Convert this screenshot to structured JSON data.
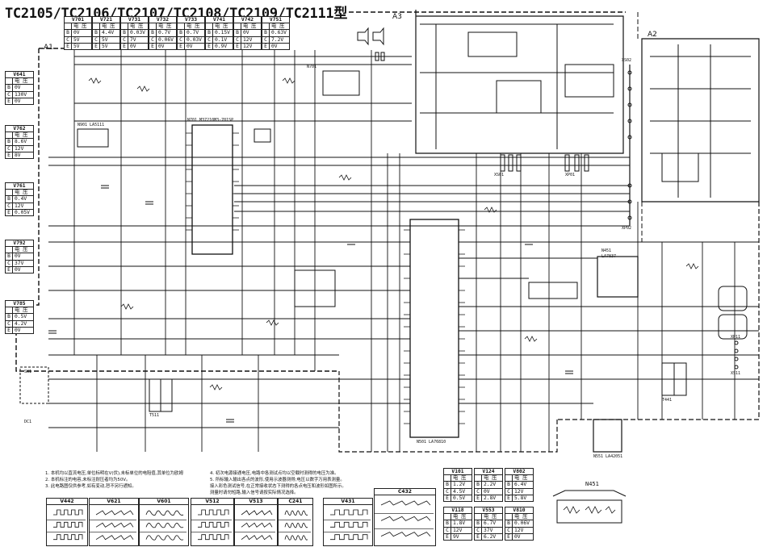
{
  "title": "TC2105/TC2106/TC2107/TC2108/TC2109/TC2111",
  "title_suffix": "型",
  "sections": {
    "a1": "A1",
    "a2": "A2",
    "a3": "A3"
  },
  "top_tables": [
    {
      "name": "V701",
      "rows": [
        [
          "",
          "电 压"
        ],
        [
          "B",
          "0V"
        ],
        [
          "C",
          "5V"
        ],
        [
          "E",
          "5V"
        ]
      ]
    },
    {
      "name": "V721",
      "rows": [
        [
          "",
          "电 压"
        ],
        [
          "B",
          "4.4V"
        ],
        [
          "C",
          "5V"
        ],
        [
          "E",
          "5V"
        ]
      ]
    },
    {
      "name": "V731",
      "rows": [
        [
          "",
          "电 压"
        ],
        [
          "B",
          "0.03V"
        ],
        [
          "C",
          "7V"
        ],
        [
          "E",
          "0V"
        ]
      ]
    },
    {
      "name": "V732",
      "rows": [
        [
          "",
          "电 压"
        ],
        [
          "B",
          "0.7V"
        ],
        [
          "C",
          "0.06V"
        ],
        [
          "E",
          "0V"
        ]
      ]
    },
    {
      "name": "V733",
      "rows": [
        [
          "",
          "电 压"
        ],
        [
          "B",
          "0.7V"
        ],
        [
          "C",
          "0.03V"
        ],
        [
          "E",
          "0V"
        ]
      ]
    },
    {
      "name": "V741",
      "rows": [
        [
          "",
          "电 压"
        ],
        [
          "B",
          "0.15V"
        ],
        [
          "C",
          "0.1V"
        ],
        [
          "E",
          "0.9V"
        ]
      ]
    },
    {
      "name": "V742",
      "rows": [
        [
          "",
          "电 压"
        ],
        [
          "B",
          "0V"
        ],
        [
          "C",
          "12V"
        ],
        [
          "E",
          "12V"
        ]
      ]
    },
    {
      "name": "V751",
      "rows": [
        [
          "",
          "电 压"
        ],
        [
          "B",
          "0.63V"
        ],
        [
          "C",
          "7.2V"
        ],
        [
          "E",
          "0V"
        ]
      ]
    }
  ],
  "left_tables": [
    {
      "name": "V641",
      "rows": [
        [
          "",
          "电 压"
        ],
        [
          "B",
          "0V"
        ],
        [
          "C",
          "130V"
        ],
        [
          "E",
          "0V"
        ]
      ]
    },
    {
      "name": "V762",
      "rows": [
        [
          "",
          "电 压"
        ],
        [
          "B",
          "8.6V"
        ],
        [
          "C",
          "12V"
        ],
        [
          "E",
          "8V"
        ]
      ]
    },
    {
      "name": "V761",
      "rows": [
        [
          "",
          "电 压"
        ],
        [
          "B",
          "0.4V"
        ],
        [
          "C",
          "12V"
        ],
        [
          "E",
          "0.05V"
        ]
      ]
    },
    {
      "name": "V792",
      "rows": [
        [
          "",
          "电 压"
        ],
        [
          "B",
          "0V"
        ],
        [
          "C",
          "37V"
        ],
        [
          "E",
          "0V"
        ]
      ]
    },
    {
      "name": "V785",
      "rows": [
        [
          "",
          "电 压"
        ],
        [
          "B",
          "0.5V"
        ],
        [
          "C",
          "4.2V"
        ],
        [
          "E",
          "0V"
        ]
      ]
    }
  ],
  "bottom_tables": [
    {
      "name": "V101",
      "rows": [
        [
          "",
          "电 压"
        ],
        [
          "B",
          "1.2V"
        ],
        [
          "C",
          "4.5V"
        ],
        [
          "E",
          "0.5V"
        ]
      ]
    },
    {
      "name": "V124",
      "rows": [
        [
          "",
          "电 压"
        ],
        [
          "B",
          "2.2V"
        ],
        [
          "C",
          "0V"
        ],
        [
          "E",
          "2.8V"
        ]
      ]
    },
    {
      "name": "V802",
      "rows": [
        [
          "",
          "电 压"
        ],
        [
          "B",
          "6.4V"
        ],
        [
          "C",
          "12V"
        ],
        [
          "E",
          "5.8V"
        ]
      ]
    },
    {
      "name": "V118",
      "rows": [
        [
          "",
          "电 压"
        ],
        [
          "B",
          "1.8V"
        ],
        [
          "C",
          "12V"
        ],
        [
          "E",
          "9V"
        ]
      ]
    },
    {
      "name": "V553",
      "rows": [
        [
          "",
          "电 压"
        ],
        [
          "B",
          "6.7V"
        ],
        [
          "C",
          "37V"
        ],
        [
          "E",
          "6.2V"
        ]
      ]
    },
    {
      "name": "V810",
      "rows": [
        [
          "",
          "电 压"
        ],
        [
          "B",
          "0.06V"
        ],
        [
          "C",
          "12V"
        ],
        [
          "E",
          "0V"
        ]
      ]
    }
  ],
  "wave_tables": [
    "V442",
    "V621",
    "V601",
    "V512",
    "V513",
    "C241",
    "V431",
    "C432"
  ],
  "notes_left": [
    "1. 本机均以直流电压,单位标明在V(伏),未标单位的电阻值,其单位为欧姆",
    "2. 本机标注的电容,未标注耐压者均为50V。",
    "3. 此电路图仅供参考,如有变动,恕不另行通知。"
  ],
  "notes_right": [
    "4. 初次电源接通电压,电路中各测试点均以空载时测得的电压为准。",
    "5. 所标输入输出各点的波形,使用示波器测得;电压以数字万用表测量。",
    "   接入彩色测试信号,在正常接收状态下测得的各点电压和波形如图所示。",
    "   测量时请勿短路,输入信号请按实际情况选择。"
  ],
  "ic_labels": {
    "n701": "N701 M37210M3-701SP",
    "n451": "N451",
    "n451_part": "LA7837",
    "n501": "N501 LA76810",
    "n901": "N901 LA5111",
    "n551": "N551 LA42051",
    "n701b": "N701"
  },
  "misc_labels": [
    "XS01",
    "XP01",
    "XS02",
    "XP02",
    "T441",
    "T511",
    "XS11",
    "XP11",
    "SW1",
    "DC1"
  ]
}
